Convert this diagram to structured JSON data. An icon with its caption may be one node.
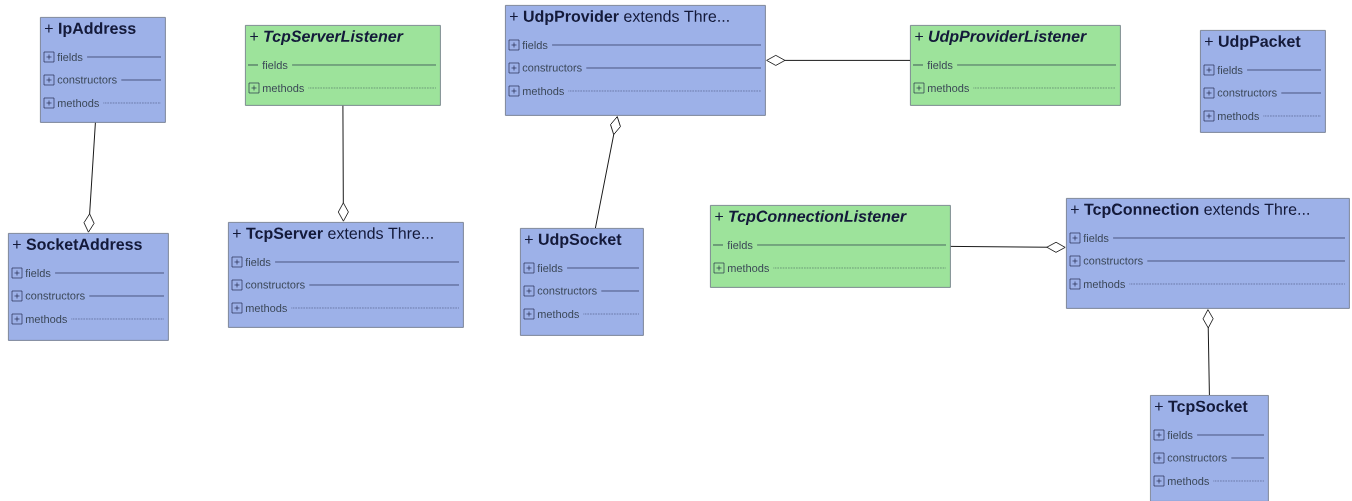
{
  "diagram": {
    "nodes": [
      {
        "text": [
          "+ **IpAddress**",
          "fields",
          "constructors",
          "methods"
        ]
      },
      {
        "text": [
          "+ **TcpServerListener**",
          "fields",
          "methods"
        ]
      },
      {
        "text": [
          "+ **UdpProvider** extends Thre...",
          "fields",
          "constructors",
          "methods"
        ]
      },
      {
        "text": [
          "+ **UdpProviderListener**",
          "fields",
          "methods"
        ]
      },
      {
        "text": [
          "+ **UdpPacket**",
          "fields",
          "constructors",
          "methods"
        ]
      },
      {
        "text": [
          "+ **SocketAddress**",
          "fields",
          "constructors",
          "methods"
        ]
      },
      {
        "text": [
          "+ **TcpServer** extends Thre...",
          "fields",
          "constructors",
          "methods"
        ]
      },
      {
        "text": [
          "+ **UdpSocket**",
          "fields",
          "constructors",
          "methods"
        ]
      },
      {
        "text": [
          "+ **TcpConnectionListener**",
          "fields",
          "methods"
        ]
      },
      {
        "text": [
          "+ **TcpConnection** extends Thre...",
          "fields",
          "constructors",
          "methods"
        ]
      },
      {
        "text": [
          "+ **TcpSocket**",
          "fields",
          "constructors",
          "methods"
        ]
      }
    ],
    "edges": [
      {
        "from": 0,
        "to": 5,
        "arrow": "other"
      },
      {
        "from": 1,
        "to": 6,
        "arrow": "other"
      },
      {
        "from": 3,
        "to": 2,
        "arrow": "other"
      },
      {
        "from": 7,
        "to": 2,
        "arrow": "other"
      },
      {
        "from": 8,
        "to": 9,
        "arrow": "other"
      },
      {
        "from": 10,
        "to": 9,
        "arrow": "other"
      }
    ]
  }
}
